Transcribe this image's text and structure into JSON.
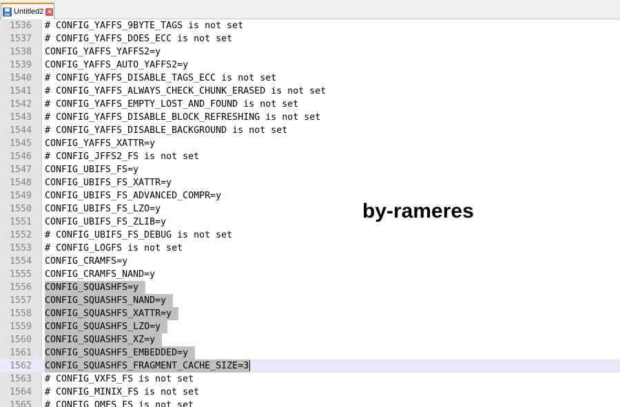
{
  "tab": {
    "title": "Untitled2",
    "icon": "save-disk-icon",
    "close_glyph": "×"
  },
  "editor": {
    "lines": [
      {
        "n": "1536",
        "text": "# CONFIG_YAFFS_9BYTE_TAGS is not set"
      },
      {
        "n": "1537",
        "text": "# CONFIG_YAFFS_DOES_ECC is not set"
      },
      {
        "n": "1538",
        "text": "CONFIG_YAFFS_YAFFS2=y"
      },
      {
        "n": "1539",
        "text": "CONFIG_YAFFS_AUTO_YAFFS2=y"
      },
      {
        "n": "1540",
        "text": "# CONFIG_YAFFS_DISABLE_TAGS_ECC is not set"
      },
      {
        "n": "1541",
        "text": "# CONFIG_YAFFS_ALWAYS_CHECK_CHUNK_ERASED is not set"
      },
      {
        "n": "1542",
        "text": "# CONFIG_YAFFS_EMPTY_LOST_AND_FOUND is not set"
      },
      {
        "n": "1543",
        "text": "# CONFIG_YAFFS_DISABLE_BLOCK_REFRESHING is not set"
      },
      {
        "n": "1544",
        "text": "# CONFIG_YAFFS_DISABLE_BACKGROUND is not set"
      },
      {
        "n": "1545",
        "text": "CONFIG_YAFFS_XATTR=y"
      },
      {
        "n": "1546",
        "text": "# CONFIG_JFFS2_FS is not set"
      },
      {
        "n": "1547",
        "text": "CONFIG_UBIFS_FS=y"
      },
      {
        "n": "1548",
        "text": "CONFIG_UBIFS_FS_XATTR=y"
      },
      {
        "n": "1549",
        "text": "CONFIG_UBIFS_FS_ADVANCED_COMPR=y"
      },
      {
        "n": "1550",
        "text": "CONFIG_UBIFS_FS_LZO=y"
      },
      {
        "n": "1551",
        "text": "CONFIG_UBIFS_FS_ZLIB=y"
      },
      {
        "n": "1552",
        "text": "# CONFIG_UBIFS_FS_DEBUG is not set"
      },
      {
        "n": "1553",
        "text": "# CONFIG_LOGFS is not set"
      },
      {
        "n": "1554",
        "text": "CONFIG_CRAMFS=y"
      },
      {
        "n": "1555",
        "text": "CONFIG_CRAMFS_NAND=y"
      },
      {
        "n": "1556",
        "text": "CONFIG_SQUASHFS=y"
      },
      {
        "n": "1557",
        "text": "CONFIG_SQUASHFS_NAND=y"
      },
      {
        "n": "1558",
        "text": "CONFIG_SQUASHFS_XATTR=y"
      },
      {
        "n": "1559",
        "text": "CONFIG_SQUASHFS_LZO=y"
      },
      {
        "n": "1560",
        "text": "CONFIG_SQUASHFS_XZ=y"
      },
      {
        "n": "1561",
        "text": "CONFIG_SQUASHFS_EMBEDDED=y"
      },
      {
        "n": "1562",
        "text": "CONFIG_SQUASHFS_FRAGMENT_CACHE_SIZE=3"
      },
      {
        "n": "1563",
        "text": "# CONFIG_VXFS_FS is not set"
      },
      {
        "n": "1564",
        "text": "# CONFIG_MINIX_FS is not set"
      },
      {
        "n": "1565",
        "text": "# CONFIG_OMFS_FS is not set"
      }
    ],
    "selected_lines": [
      "1556",
      "1557",
      "1558",
      "1559",
      "1560",
      "1561",
      "1562"
    ],
    "current_line": "1562"
  },
  "watermark": "by-rameres",
  "colors": {
    "selection": "#c0c0c0",
    "current_line": "#e8e8ff",
    "gutter": "#e4e4e4",
    "line_number": "#808080",
    "tab_accent": "#fa8c00",
    "close_button": "#d9534f"
  }
}
